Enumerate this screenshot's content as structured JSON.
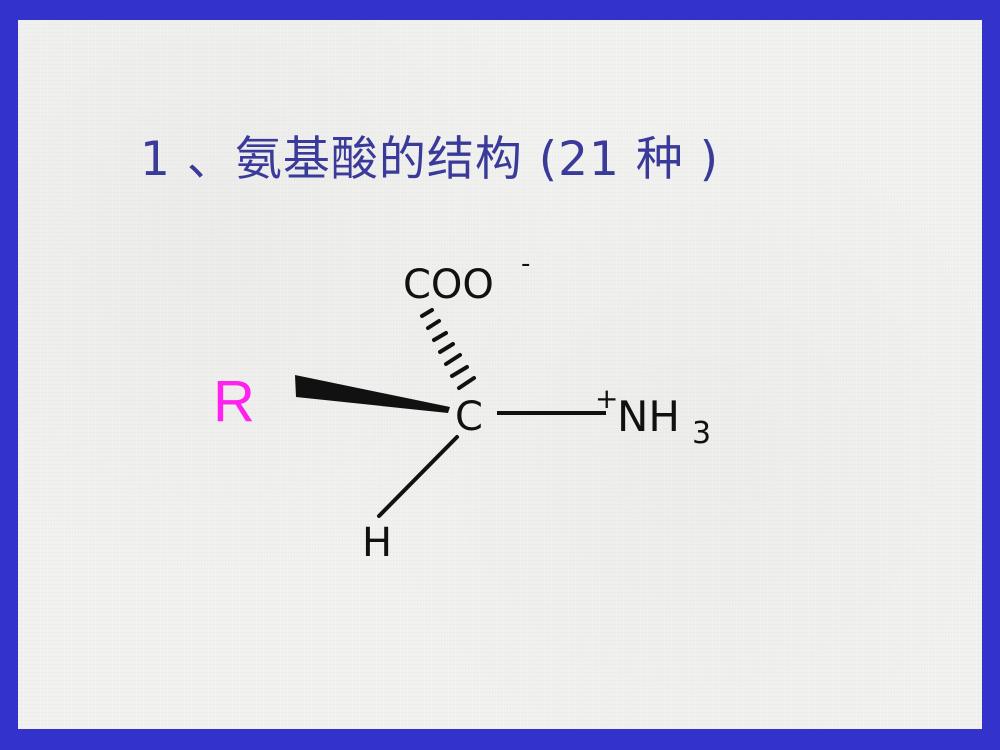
{
  "slide": {
    "title": "1 、氨基酸的结构 (21 种 )",
    "border_color": "#3333cc",
    "background_color": "#f2f2f0",
    "title_color": "#3a3a9a"
  },
  "molecule": {
    "name": "amino acid general structure (zwitterion)",
    "central_atom": "C",
    "groups": {
      "top": {
        "text": "COO",
        "charge": "-",
        "bond": "hashed-wedge"
      },
      "left": {
        "text": "R",
        "color": "#ff22ee",
        "bond": "solid-wedge"
      },
      "right": {
        "text": "NH",
        "subscript": "3",
        "charge": "+",
        "bond": "single"
      },
      "bottom": {
        "text": "H",
        "bond": "single"
      }
    }
  }
}
